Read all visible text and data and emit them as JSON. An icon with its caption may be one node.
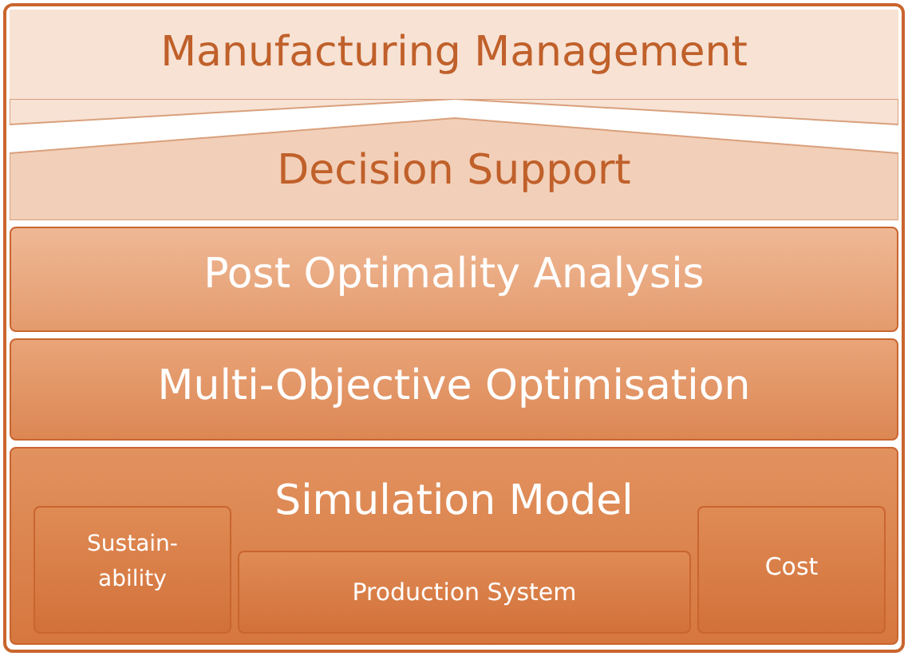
{
  "diagram": {
    "nodes": [
      {
        "text": [
          "Manufacturing Management"
        ]
      },
      {
        "text": [
          "Decision Support"
        ]
      },
      {
        "text": [
          "Post Optimality Analysis"
        ]
      },
      {
        "text": [
          "Multi-Objective Optimisation"
        ]
      },
      {
        "text": [
          "Simulation Model"
        ]
      },
      {
        "text": [
          "Sustain- ability"
        ],
        "in": 4
      },
      {
        "text": [
          "Production System"
        ],
        "in": 4
      },
      {
        "text": [
          "Cost"
        ],
        "in": 4
      }
    ]
  }
}
